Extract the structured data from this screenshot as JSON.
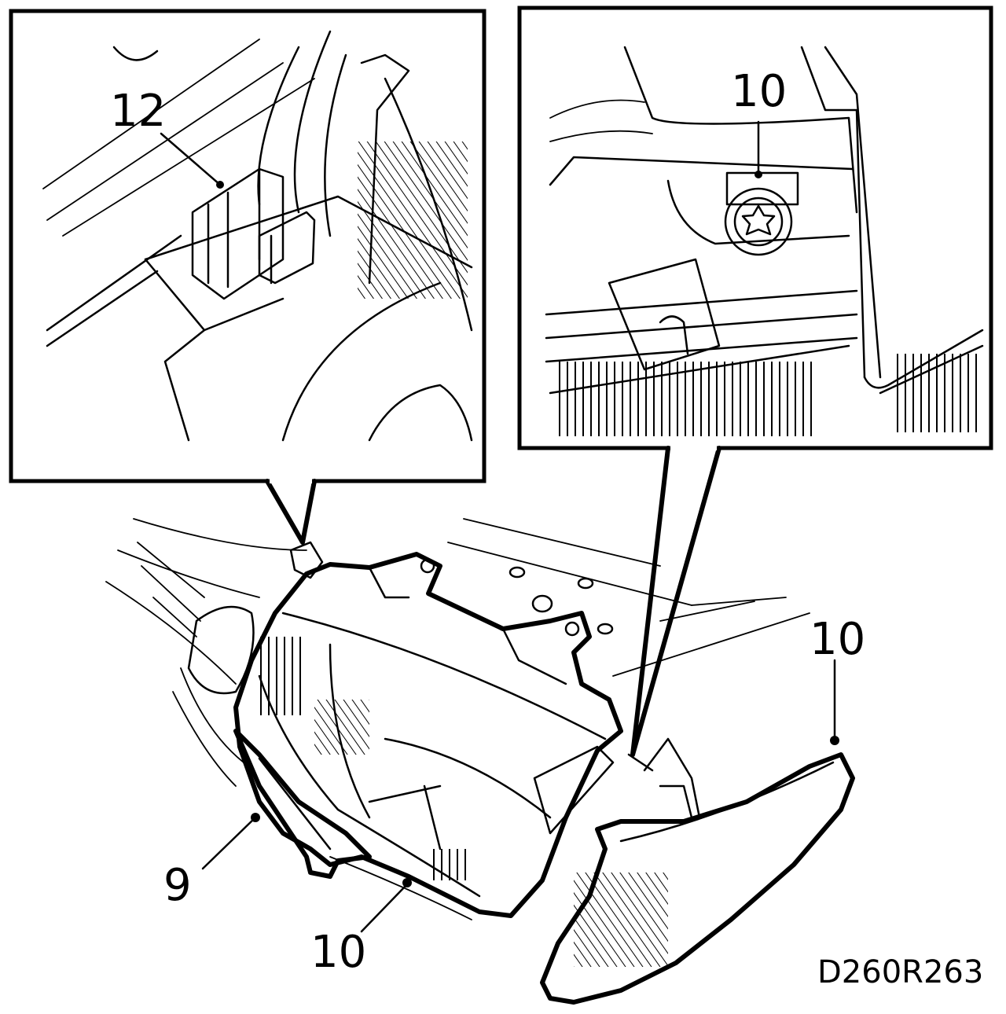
{
  "callouts": {
    "clip_label": "12",
    "screw_label": "10",
    "corner_label": "10",
    "bracket_label": "9",
    "lower_label": "10"
  },
  "figure_code": "D260R263"
}
